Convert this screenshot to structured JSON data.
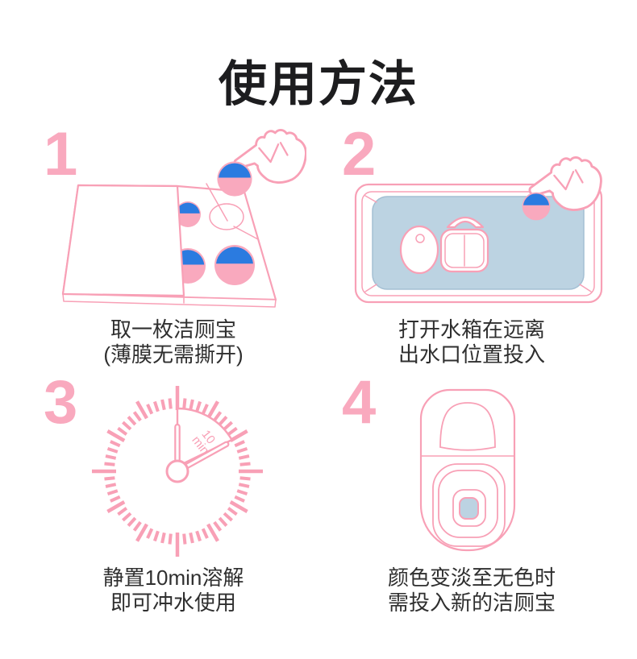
{
  "page": {
    "title": "使用方法"
  },
  "colors": {
    "pink_outline": "#F8A0B6",
    "pink_fill": "#F9A9BE",
    "tablet_blue": "#2B7BE0",
    "water_blue": "#BCD3E2",
    "text": "#2F2F2F",
    "title": "#1D1D1F"
  },
  "steps": [
    {
      "number": "1",
      "illustration": "tablet-box-with-hand",
      "caption": [
        "取一枚洁厕宝",
        "(薄膜无需撕开)"
      ]
    },
    {
      "number": "2",
      "illustration": "toilet-tank-top-view-with-hand",
      "caption": [
        "打开水箱在远离",
        "出水口位置投入"
      ]
    },
    {
      "number": "3",
      "illustration": "timer-clock",
      "timer": {
        "value": "10",
        "unit": "min"
      },
      "caption": [
        "静置10min溶解",
        "即可冲水使用"
      ]
    },
    {
      "number": "4",
      "illustration": "toilet-top-view",
      "caption": [
        "颜色变淡至无色时",
        "需投入新的洁厕宝"
      ]
    }
  ]
}
